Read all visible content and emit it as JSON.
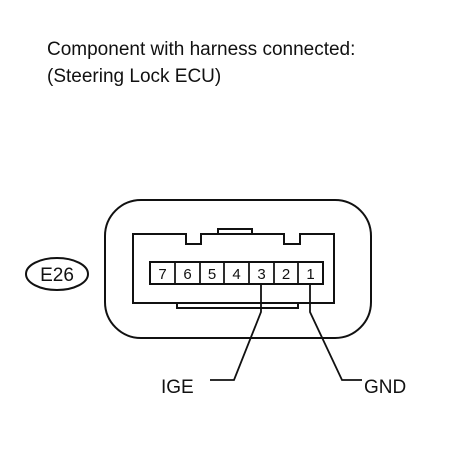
{
  "caption": {
    "line1": "Component with harness connected:",
    "line2": "(Steering Lock ECU)"
  },
  "connector": {
    "code": "E26",
    "pins": [
      "7",
      "6",
      "5",
      "4",
      "3",
      "2",
      "1"
    ]
  },
  "callouts": {
    "left": "IGE",
    "right": "GND"
  }
}
